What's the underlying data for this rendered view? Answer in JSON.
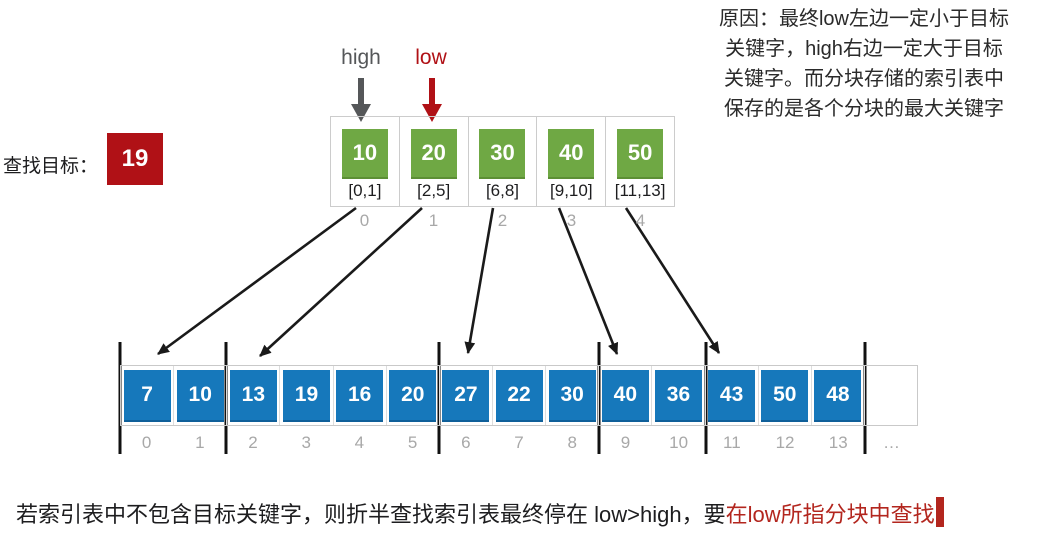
{
  "explanation": {
    "line1": "原因：最终low左边一定小于目标",
    "line2": "关键字，high右边一定大于目标",
    "line3": "关键字。而分块存储的索引表中",
    "line4": "保存的是各个分块的最大关键字"
  },
  "target": {
    "label": "查找目标：",
    "value": "19"
  },
  "pointers": {
    "high_label": "high",
    "low_label": "low"
  },
  "index_table": {
    "entries": [
      {
        "key": "10",
        "range": "[0,1]",
        "index": "0"
      },
      {
        "key": "20",
        "range": "[2,5]",
        "index": "1"
      },
      {
        "key": "30",
        "range": "[6,8]",
        "index": "2"
      },
      {
        "key": "40",
        "range": "[9,10]",
        "index": "3"
      },
      {
        "key": "50",
        "range": "[11,13]",
        "index": "4"
      }
    ]
  },
  "main_array": {
    "values": [
      "7",
      "10",
      "13",
      "19",
      "16",
      "20",
      "27",
      "22",
      "30",
      "40",
      "36",
      "43",
      "50",
      "48"
    ],
    "indices": [
      "0",
      "1",
      "2",
      "3",
      "4",
      "5",
      "6",
      "7",
      "8",
      "9",
      "10",
      "11",
      "12",
      "13",
      "…"
    ]
  },
  "conclusion": {
    "black": "若索引表中不包含目标关键字，则折半查找索引表最终停在 low>high，要",
    "red": "在low所指分块中查找"
  },
  "colors": {
    "index_green": "#6fa844",
    "array_blue": "#1678bb",
    "target_red": "#b01116",
    "low_red": "#b01116",
    "high_gray": "#555759",
    "conclusion_red": "#b3261e",
    "index_number_gray": "#a8a8a8",
    "border_gray": "#cccccc"
  }
}
